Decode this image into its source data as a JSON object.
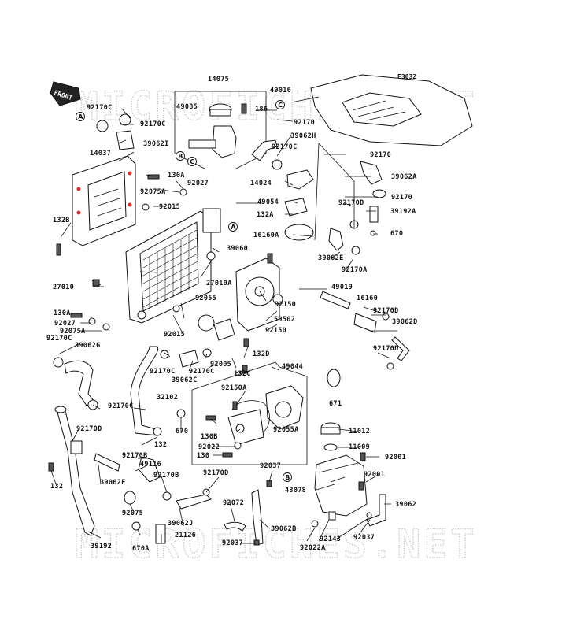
{
  "diagram": {
    "ref_code": "E3032",
    "front_label": "FRONT",
    "watermark": "MICROFICHES.NET",
    "callouts": [
      "A",
      "B",
      "C"
    ],
    "parts": {
      "p14075": "14075",
      "p49016": "49016",
      "p49085": "49085",
      "p186": "186",
      "p92170_top": "92170",
      "p92170c_a": "92170C",
      "p92170c_b": "92170C",
      "p39062i": "39062I",
      "p39062h": "39062H",
      "p92170c_c": "92170C",
      "p92170_r1": "92170",
      "p39062a": "39062A",
      "p14037": "14037",
      "p130a_top": "130A",
      "p92027_top": "92027",
      "p92075a_top": "92075A",
      "p14024": "14024",
      "p92170_r2": "92170",
      "p92015_top": "92015",
      "p49054": "49054",
      "p92170d_r": "92170D",
      "p39192a": "39192A",
      "p132a": "132A",
      "p132b": "132B",
      "p16160a": "16160A",
      "p670_r": "670",
      "p39060": "39060",
      "p39062e": "39062E",
      "p92170a": "92170A",
      "p27010": "27010",
      "p27010a": "27010A",
      "p49019": "49019",
      "p92055": "92055",
      "p92150_a": "92150",
      "p16160": "16160",
      "p130a_bot": "130A",
      "p59502": "59502",
      "p92170d_r2": "92170D",
      "p92027_bot": "92027",
      "p92075a_bot": "92075A",
      "p92015_bot": "92015",
      "p92150_b": "92150",
      "p39062d": "39062D",
      "p92170c_l": "92170C",
      "p39062g": "39062G",
      "p132d": "132D",
      "p92170d_r3": "92170D",
      "p92170c_m1": "92170C",
      "p92170c_m2": "92170C",
      "p92005": "92005",
      "p39062c": "39062C",
      "p132c": "132C",
      "p49044": "49044",
      "p92150a": "92150A",
      "p32102": "32102",
      "p92170c_m3": "92170C",
      "p671": "671",
      "p130b": "130B",
      "p92055a": "92055A",
      "p670_m": "670",
      "p92170d_l": "92170D",
      "p132_m": "132",
      "p92022": "92022",
      "p11012": "11012",
      "p130_m": "130",
      "p92170b_a": "92170B",
      "p11009": "11009",
      "p49116": "49116",
      "p92001_a": "92001",
      "p132_l": "132",
      "p39062f": "39062F",
      "p92170b_b": "92170B",
      "p92170d_m": "92170D",
      "p92037_a": "92037",
      "p43078": "43078",
      "p92001_b": "92001",
      "p92075": "92075",
      "p92072": "92072",
      "p39062": "39062",
      "p39062j": "39062J",
      "p39062b": "39062B",
      "p92143": "92143",
      "p92037_b": "92037",
      "p21126": "21126",
      "p92037_c": "92037",
      "p92022a": "92022A",
      "p39192": "39192",
      "p670a": "670A"
    }
  }
}
